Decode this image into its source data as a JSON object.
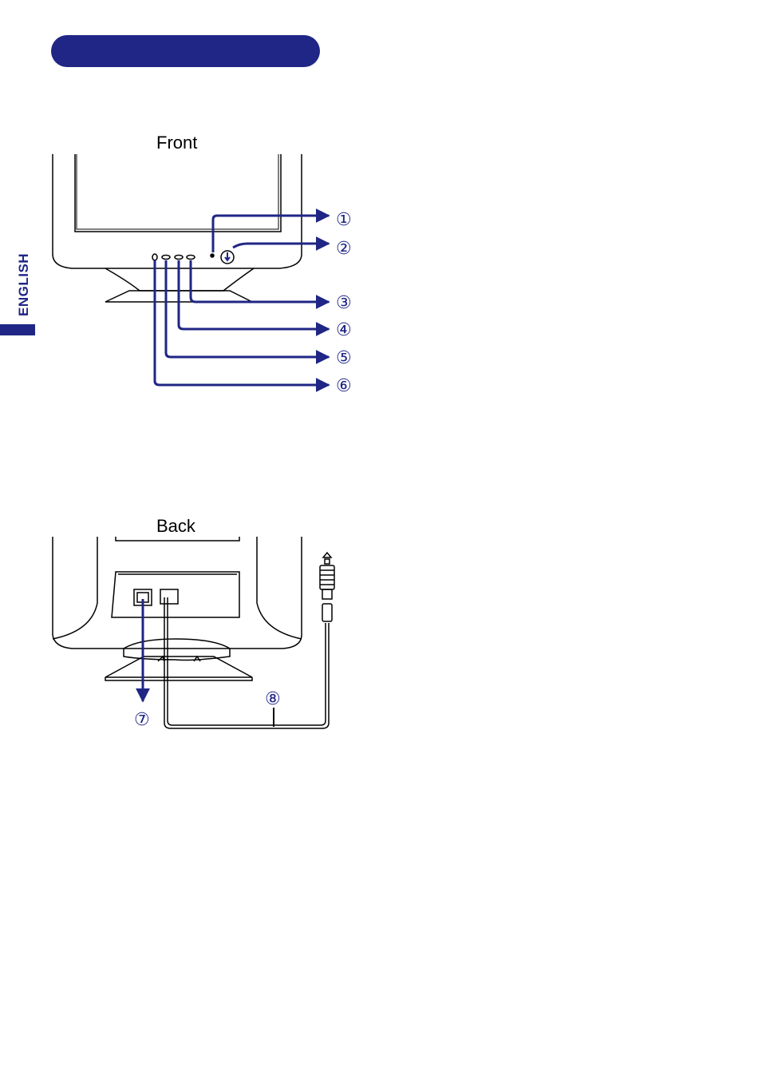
{
  "sidebar": {
    "language_label": "ENGLISH"
  },
  "header": {
    "pill_text": ""
  },
  "front": {
    "title": "Front",
    "callouts": [
      "①",
      "②",
      "③",
      "④",
      "⑤",
      "⑥"
    ]
  },
  "back": {
    "title": "Back",
    "callouts": [
      "⑦",
      "⑧"
    ]
  },
  "colors": {
    "accent": "#1f2685",
    "line": "#000000"
  }
}
